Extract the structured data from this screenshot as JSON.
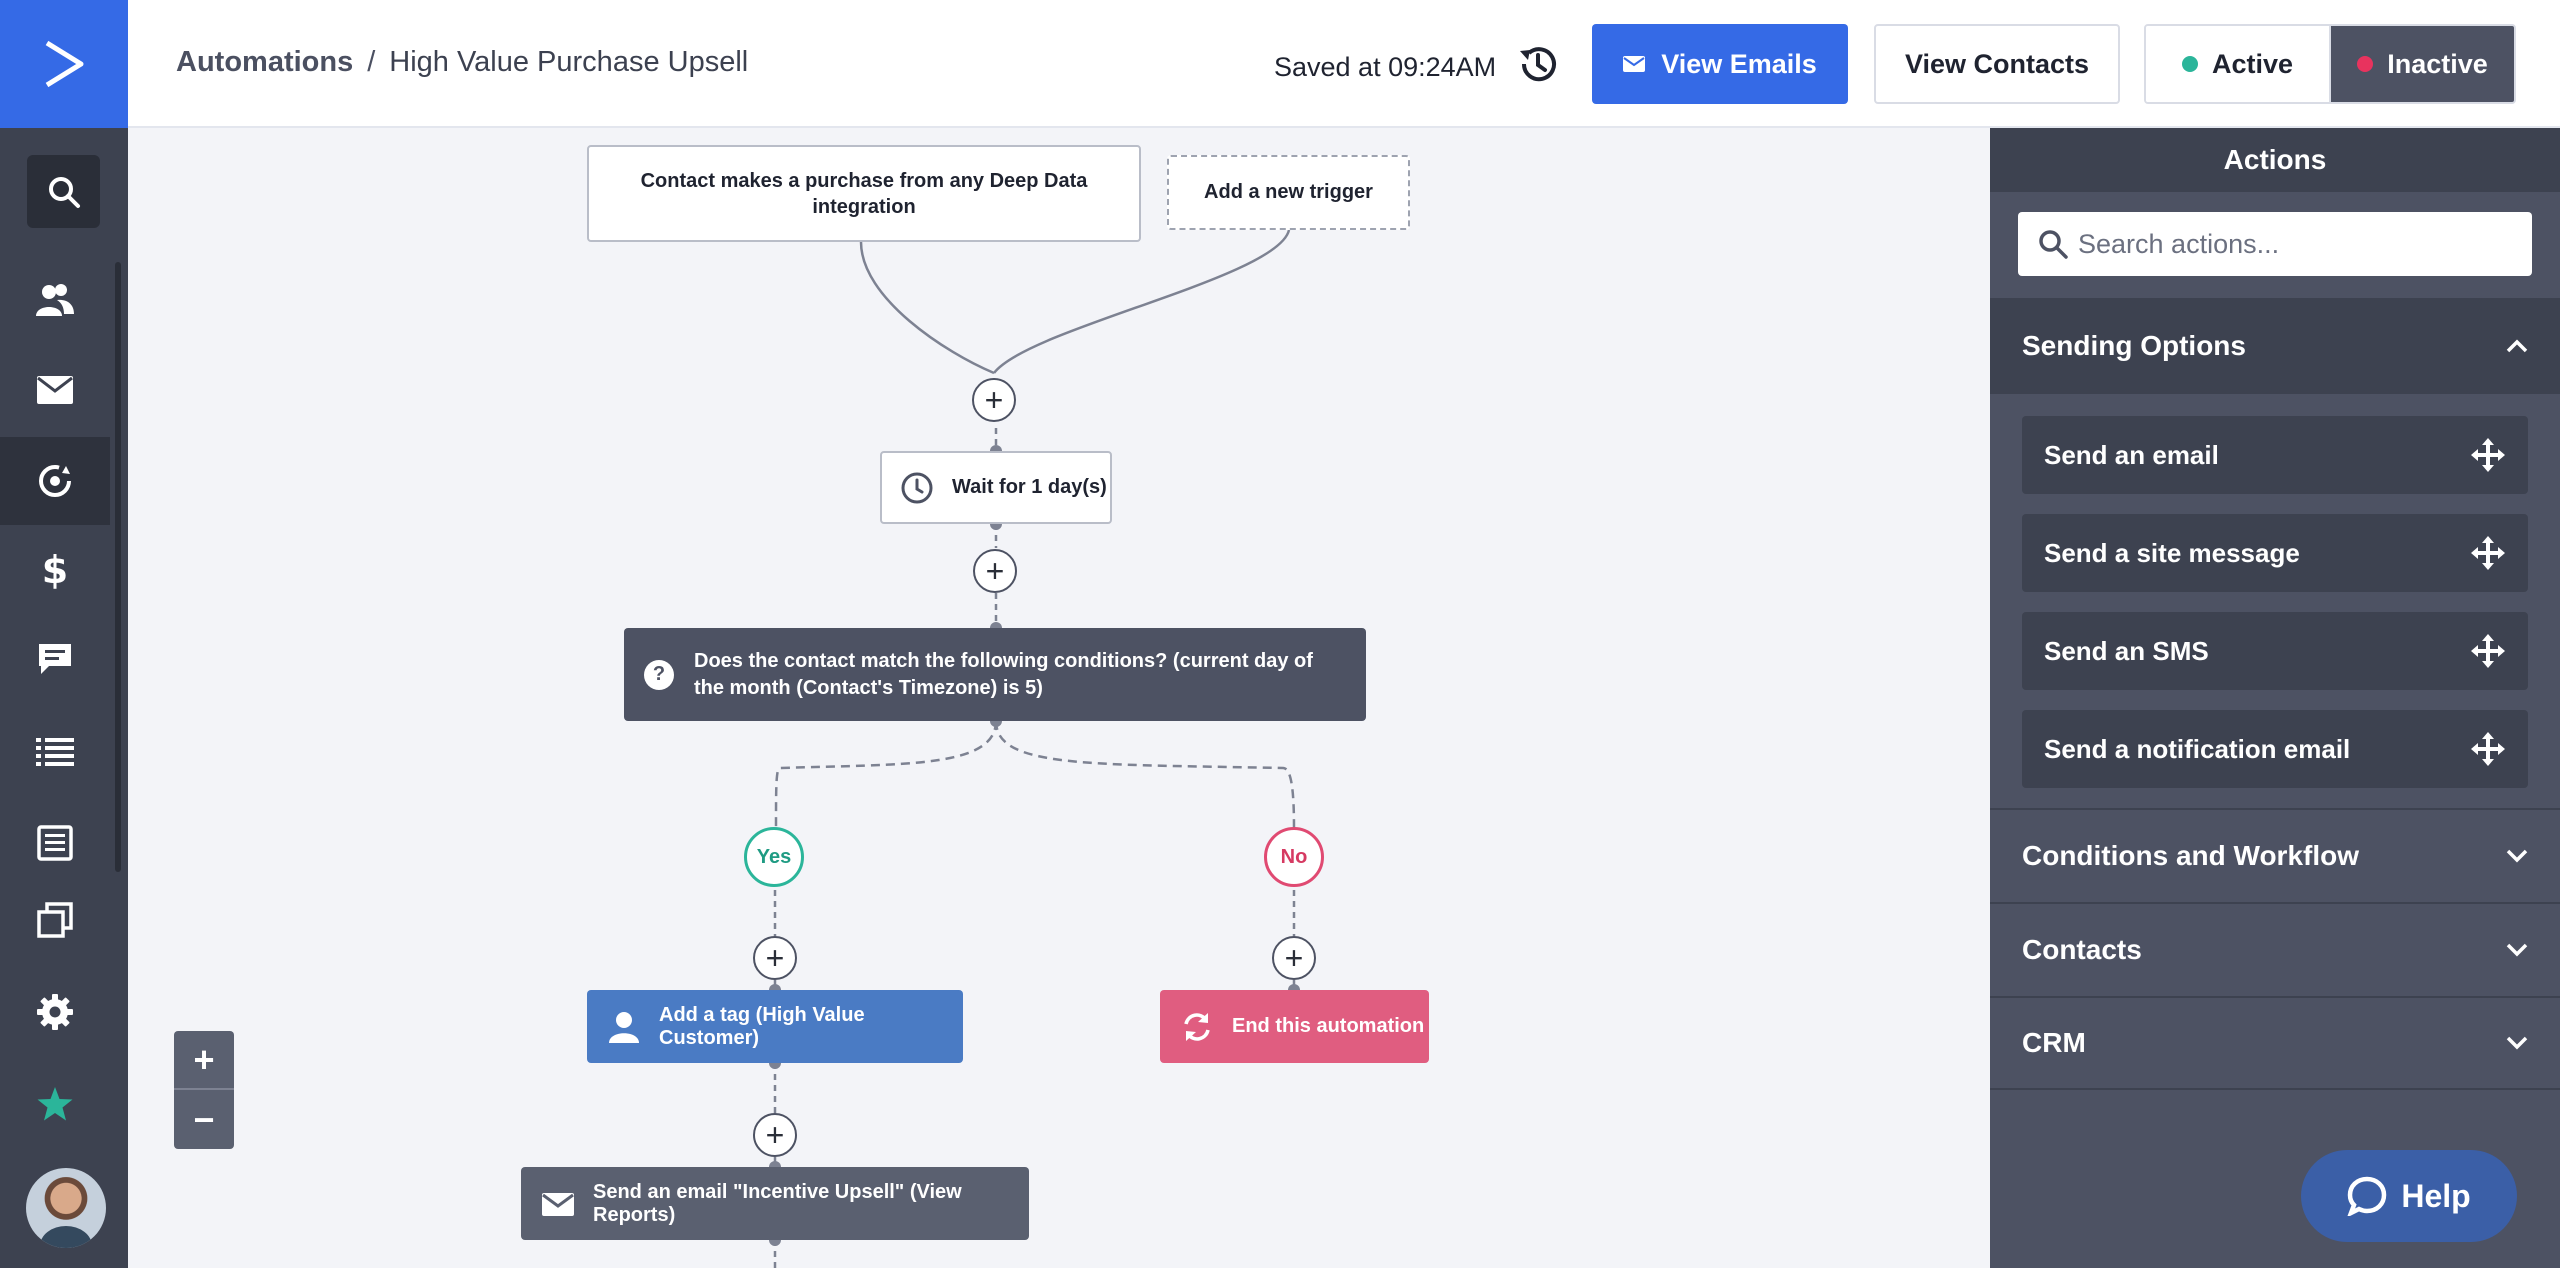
{
  "header": {
    "breadcrumb_root": "Automations",
    "breadcrumb_separator": "/",
    "breadcrumb_current": "High Value Purchase Upsell",
    "saved_text": "Saved at 09:24AM",
    "view_emails_label": "View Emails",
    "view_contacts_label": "View Contacts",
    "active_label": "Active",
    "inactive_label": "Inactive",
    "active_color": "#2bb59a",
    "inactive_color": "#e8335e"
  },
  "sidebar": {
    "icons": [
      "search-icon",
      "contacts-icon",
      "campaigns-icon",
      "automations-icon",
      "deals-icon",
      "conversations-icon",
      "lists-icon",
      "forms-icon",
      "pages-icon",
      "settings-icon",
      "star-icon",
      "avatar"
    ]
  },
  "flow": {
    "trigger": "Contact makes a purchase from any Deep Data integration",
    "new_trigger": "Add a new trigger",
    "wait": "Wait for 1 day(s)",
    "condition": "Does the contact match the following conditions? (current day of the month (Contact's Timezone) is 5)",
    "yes_label": "Yes",
    "no_label": "No",
    "add_tag": "Add a tag (High Value Customer)",
    "end_automation": "End this automation",
    "send_email": "Send an email \"Incentive Upsell\" (View Reports)",
    "plus": "+"
  },
  "zoom": {
    "in": "+",
    "out": "−"
  },
  "panel": {
    "title": "Actions",
    "search_placeholder": "Search actions...",
    "sections": {
      "sending": "Sending Options",
      "conditions": "Conditions and Workflow",
      "contacts": "Contacts",
      "crm": "CRM"
    },
    "sending_items": [
      "Send an email",
      "Send a site message",
      "Send an SMS",
      "Send a notification email"
    ]
  },
  "help_label": "Help"
}
